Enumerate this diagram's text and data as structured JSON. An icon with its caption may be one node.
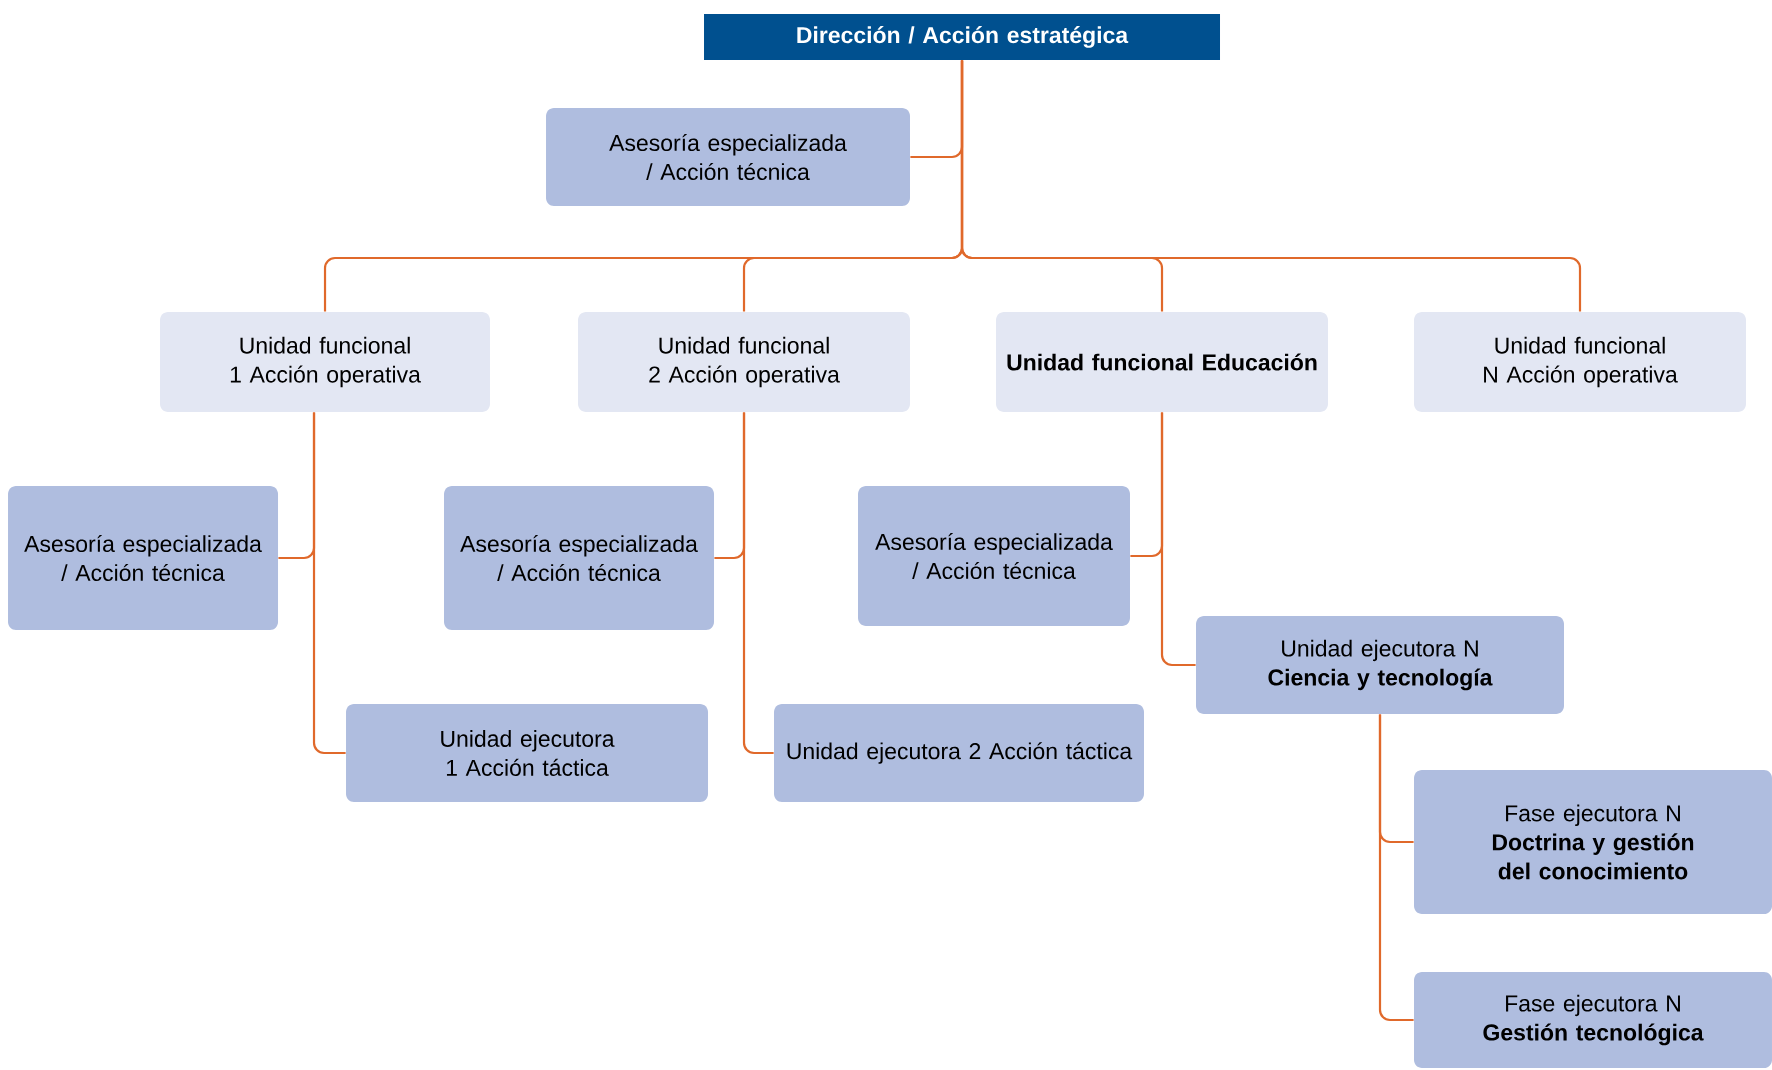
{
  "diagram": {
    "nodes": [
      {
        "text": [
          "Dirección / Acción estratégica"
        ]
      },
      {
        "text": [
          "Asesoría especializada / Acción técnica"
        ]
      },
      {
        "text": [
          "Unidad funcional 1 Acción operativa"
        ]
      },
      {
        "text": [
          "Unidad funcional 2 Acción operativa"
        ]
      },
      {
        "text": [
          "Unidad funcional Educación"
        ]
      },
      {
        "text": [
          "Unidad funcional N Acción operativa"
        ]
      },
      {
        "text": [
          "Asesoría especializada / Acción técnica"
        ]
      },
      {
        "text": [
          "Unidad ejecutora 1 Acción táctica"
        ]
      },
      {
        "text": [
          "Asesoría especializada / Acción técnica"
        ]
      },
      {
        "text": [
          "Unidad ejecutora 2 Acción táctica"
        ]
      },
      {
        "text": [
          "Asesoría especializada / Acción técnica"
        ]
      },
      {
        "text": [
          "Unidad ejecutora N",
          "Ciencia y tecnología"
        ]
      },
      {
        "text": [
          "Fase ejecutora N",
          "Doctrina y gestión del conocimiento"
        ]
      },
      {
        "text": [
          "Fase ejecutora N",
          "Gestión tecnológica"
        ]
      }
    ],
    "edges": [
      {
        "from": 0,
        "to": 1,
        "arrow": "none"
      },
      {
        "from": 0,
        "to": 2,
        "arrow": "none"
      },
      {
        "from": 0,
        "to": 3,
        "arrow": "none"
      },
      {
        "from": 0,
        "to": 4,
        "arrow": "none"
      },
      {
        "from": 0,
        "to": 5,
        "arrow": "none"
      },
      {
        "from": 2,
        "to": 6,
        "arrow": "none"
      },
      {
        "from": 2,
        "to": 7,
        "arrow": "none"
      },
      {
        "from": 3,
        "to": 8,
        "arrow": "none"
      },
      {
        "from": 3,
        "to": 9,
        "arrow": "none"
      },
      {
        "from": 4,
        "to": 10,
        "arrow": "none"
      },
      {
        "from": 4,
        "to": 11,
        "arrow": "none"
      },
      {
        "from": 11,
        "to": 12,
        "arrow": "none"
      },
      {
        "from": 11,
        "to": 13,
        "arrow": "none"
      }
    ]
  }
}
